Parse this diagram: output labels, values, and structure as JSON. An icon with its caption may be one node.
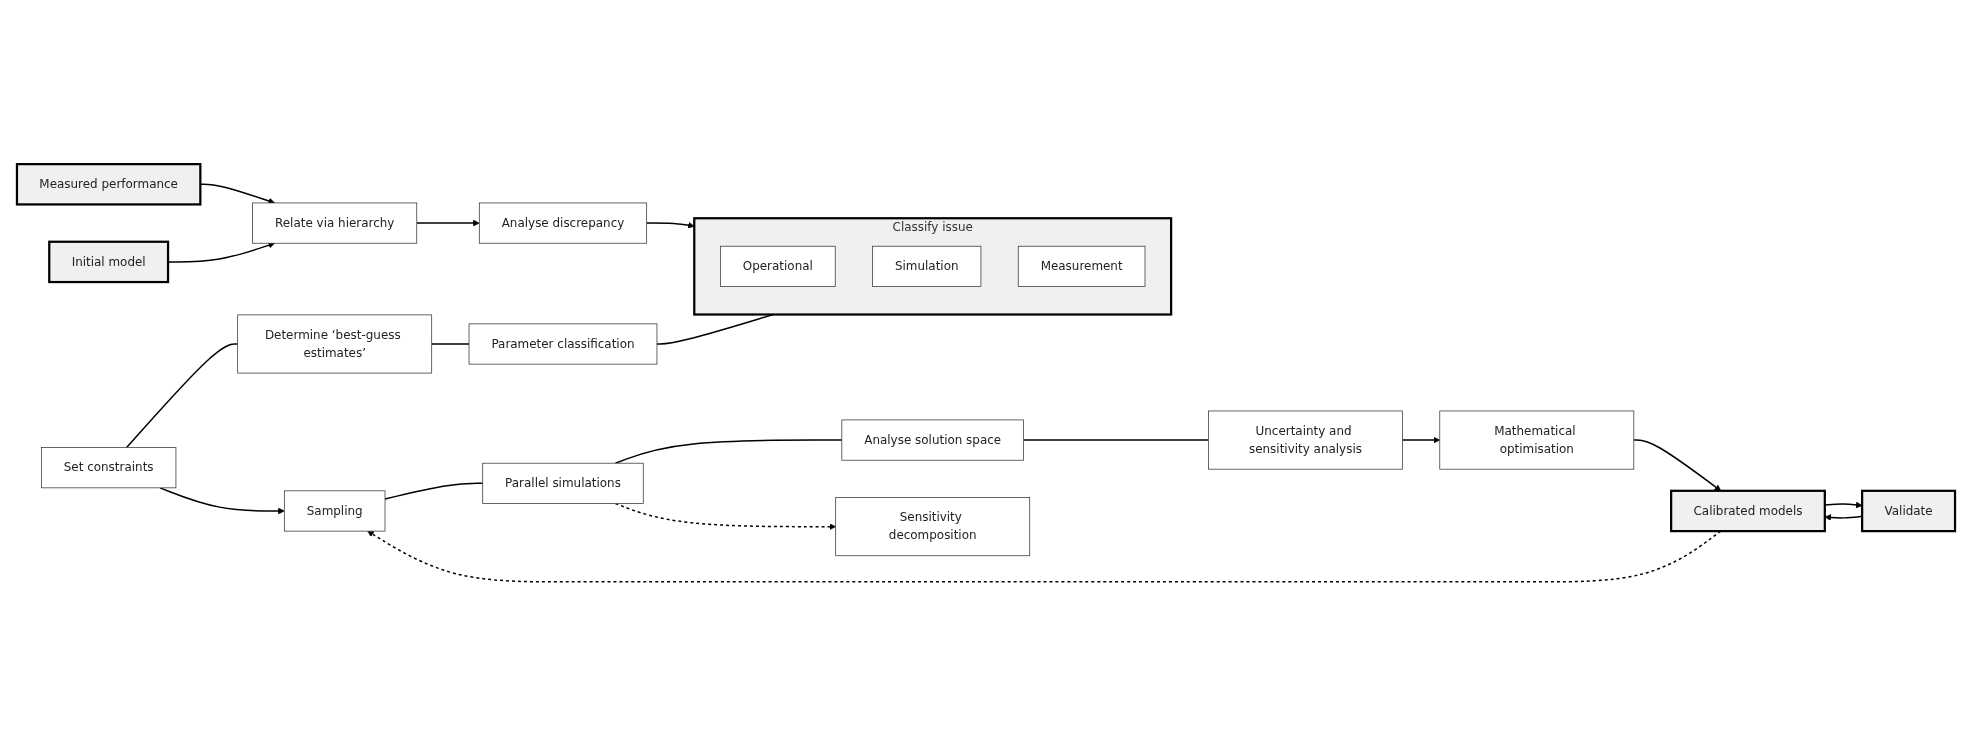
{
  "diagram": {
    "nodes": [
      {
        "text": [
          "Measured performance"
        ]
      },
      {
        "text": [
          "Initial model"
        ]
      },
      {
        "text": [
          "Relate via hierarchy"
        ]
      },
      {
        "text": [
          "Analyse discrepancy"
        ]
      },
      {
        "text": [
          "Set constraints"
        ]
      },
      {
        "text": [
          "Determine ‘best-guess estimates’"
        ]
      },
      {
        "text": [
          "Parameter classification"
        ]
      },
      {
        "text": [
          "Classify issue"
        ]
      },
      {
        "text": [
          "Operational"
        ],
        "in": 7
      },
      {
        "text": [
          "Simulation"
        ],
        "in": 7
      },
      {
        "text": [
          "Measurement"
        ],
        "in": 7
      },
      {
        "text": [
          "Sampling"
        ]
      },
      {
        "text": [
          "Parallel simulations"
        ]
      },
      {
        "text": [
          "Analyse solution space"
        ]
      },
      {
        "text": [
          "Uncertainty and sensitivity analysis"
        ]
      },
      {
        "text": [
          "Sensitivity decomposition"
        ]
      },
      {
        "text": [
          "Mathematical optimisation"
        ]
      },
      {
        "text": [
          "Calibrated models"
        ]
      },
      {
        "text": [
          "Validate"
        ]
      }
    ],
    "edges": [
      {
        "from": 0,
        "to": 2,
        "arrow": "to"
      },
      {
        "from": 1,
        "to": 2,
        "arrow": "to"
      },
      {
        "from": 2,
        "to": 3,
        "arrow": "to"
      },
      {
        "from": 3,
        "to": 7,
        "arrow": "to"
      },
      {
        "from": 4,
        "to": 5,
        "arrow": "none"
      },
      {
        "from": 5,
        "to": 6,
        "arrow": "none"
      },
      {
        "from": 6,
        "to": 7,
        "arrow": "none"
      },
      {
        "from": 4,
        "to": 11,
        "arrow": "to"
      },
      {
        "from": 11,
        "to": 12,
        "arrow": "none"
      },
      {
        "from": 12,
        "to": 13,
        "arrow": "none"
      },
      {
        "from": 13,
        "to": 14,
        "arrow": "none"
      },
      {
        "from": 12,
        "to": 15,
        "arrow": "to",
        "style": "dashed"
      },
      {
        "from": 14,
        "to": 16,
        "arrow": "to"
      },
      {
        "from": 16,
        "to": 17,
        "arrow": "to"
      },
      {
        "from": 17,
        "to": 18,
        "arrow": "to"
      },
      {
        "from": 18,
        "to": 17,
        "arrow": "to"
      },
      {
        "from": 17,
        "to": 11,
        "arrow": "to",
        "style": "dashed"
      }
    ]
  }
}
